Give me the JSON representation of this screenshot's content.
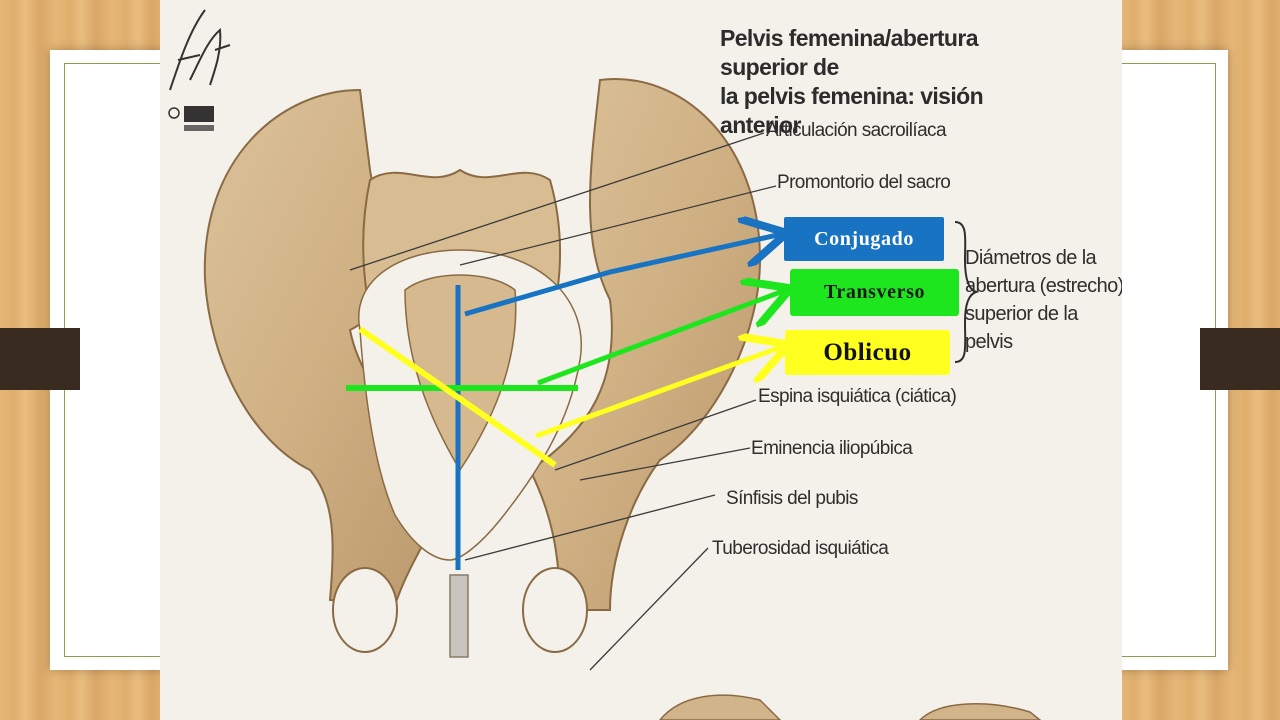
{
  "diagram": {
    "title_line1": "Pelvis femenina/abertura superior de",
    "title_line2": "la pelvis femenina: visión anterior",
    "labels": [
      "Articulación sacroilíaca",
      "Promontorio del sacro",
      "Espina isquiática (ciática)",
      "Eminencia iliopúbica",
      "Sínfisis del pubis",
      "Tuberosidad isquiática"
    ],
    "diameter_boxes": {
      "conjugado": "Conjugado",
      "transverso": "Transverso",
      "oblicuo": "Oblicuo"
    },
    "bracket_label_lines": [
      "Diámetros de la",
      "abertura (estrecho)",
      "superior de la pelvis"
    ],
    "colors": {
      "conjugado": "#1874c2",
      "transverso": "#1ee61e",
      "oblicuo": "#ffff20",
      "bone": "#d2b48a",
      "frame": "#8aa04a",
      "tabs": "#3a2b20"
    }
  }
}
